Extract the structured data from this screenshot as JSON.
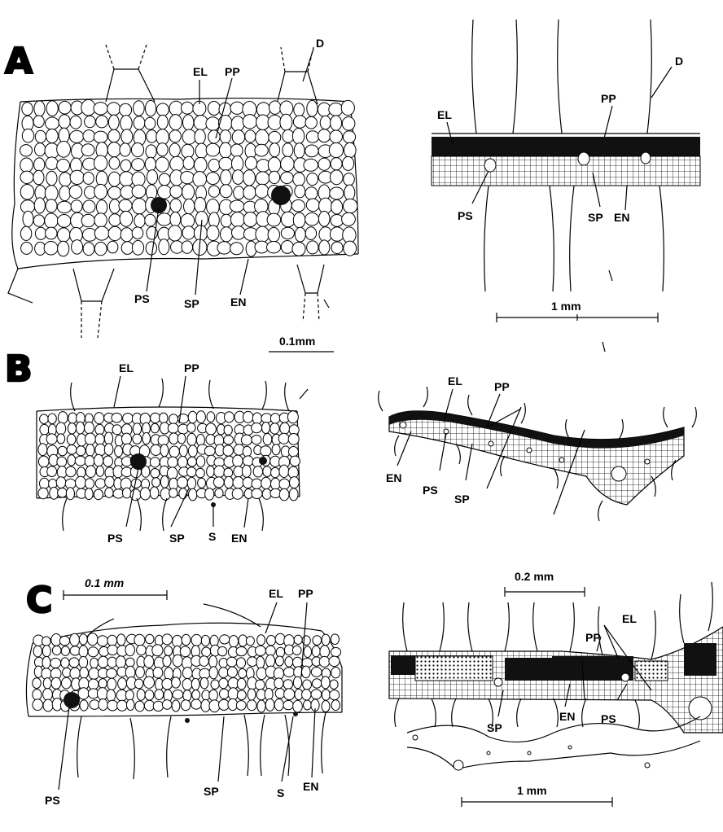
{
  "panels": [
    {
      "letter": "A"
    },
    {
      "letter": "B"
    },
    {
      "letter": "C"
    }
  ],
  "labels": {
    "EL": "EL",
    "PP": "PP",
    "PS": "PS",
    "SP": "SP",
    "EN": "EN",
    "D": "D",
    "S": "S"
  },
  "scale_bars": {
    "a_left": "0.1mm",
    "a_right": "1 mm",
    "c_left": "0.1 mm",
    "c_right_top": "0.2 mm",
    "c_right_bottom": "1 mm"
  }
}
